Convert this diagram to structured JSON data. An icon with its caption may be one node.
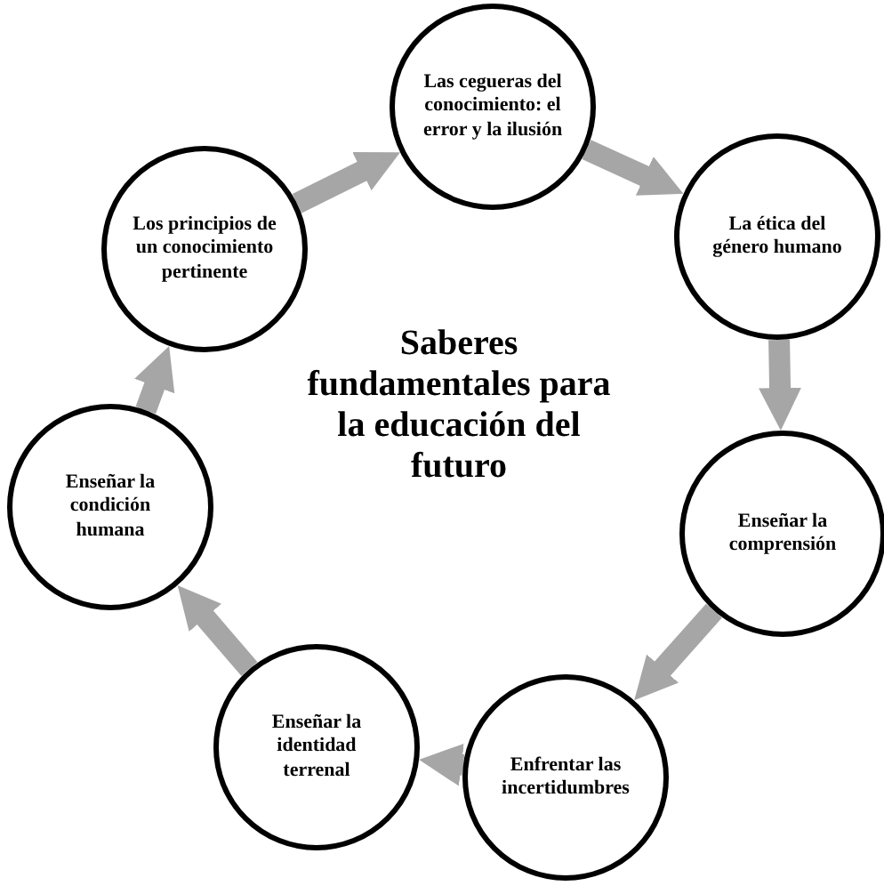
{
  "diagram": {
    "nodes": [
      {
        "text": [
          "Las cegueras del conocimiento: el error y la ilusión"
        ]
      },
      {
        "text": [
          "La ética del género humano"
        ]
      },
      {
        "text": [
          "Enseñar la comprensión"
        ]
      },
      {
        "text": [
          "Enfrentar las incertidumbres"
        ]
      },
      {
        "text": [
          "Enseñar la identidad terrenal"
        ]
      },
      {
        "text": [
          "Enseñar la condición humana"
        ]
      },
      {
        "text": [
          "Los principios de un conocimiento pertinente"
        ]
      }
    ],
    "edges": [
      {
        "from": 0,
        "to": 1,
        "arrow": "to"
      },
      {
        "from": 1,
        "to": 2,
        "arrow": "to"
      },
      {
        "from": 2,
        "to": 3,
        "arrow": "to"
      },
      {
        "from": 3,
        "to": 4,
        "arrow": "to"
      },
      {
        "from": 4,
        "to": 5,
        "arrow": "to"
      },
      {
        "from": 5,
        "to": 6,
        "arrow": "to"
      },
      {
        "from": 6,
        "to": 0,
        "arrow": "to"
      }
    ],
    "labels": [
      "Saberes fundamentales para la educación del futuro"
    ]
  }
}
